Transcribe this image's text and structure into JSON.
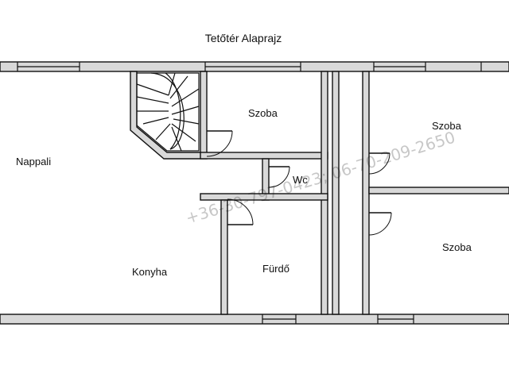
{
  "title": "Tetőtér Alaprajz",
  "rooms": {
    "nappali": "Nappali",
    "konyha": "Konyha",
    "szoba_top": "Szoba",
    "wc": "Wc",
    "furdo": "Fürdő",
    "szoba_right_top": "Szoba",
    "szoba_right_bottom": "Szoba"
  },
  "watermark": "+36-30-797-0423; 06-70-209-2650"
}
